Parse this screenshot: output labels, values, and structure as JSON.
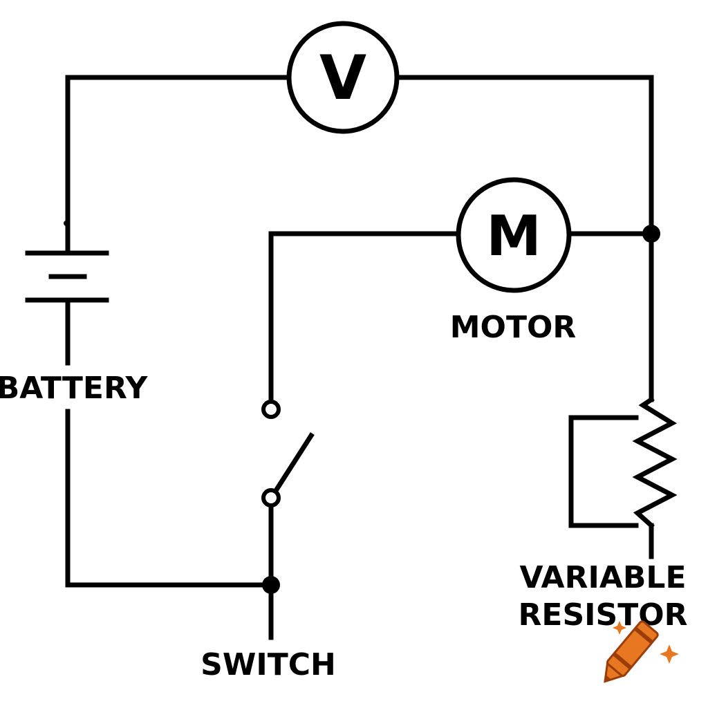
{
  "components": {
    "voltmeter": {
      "symbol": "V"
    },
    "motor": {
      "symbol": "M",
      "label": "MOTOR"
    },
    "battery": {
      "label": "BATTERY"
    },
    "switch": {
      "label": "SWITCH"
    },
    "variable_resistor": {
      "label_line1": "VARIABLE",
      "label_line2": "RESISTOR"
    }
  },
  "colors": {
    "line": "#000000",
    "background": "#ffffff",
    "logo_orange": "#e87722"
  },
  "icons": {
    "corner_logo": "crayon-icon"
  }
}
